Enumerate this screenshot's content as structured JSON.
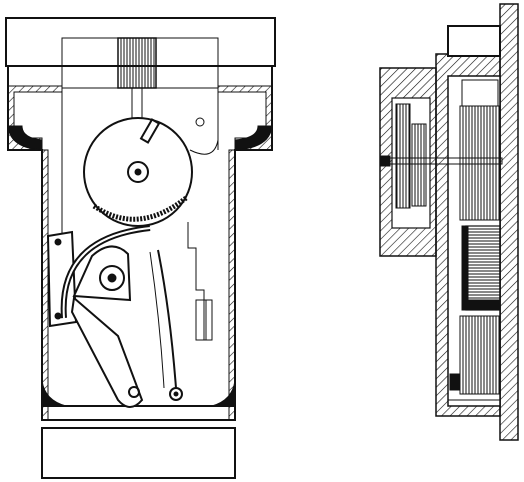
{
  "figure": {
    "views": [
      {
        "name": "front-elevation",
        "parts": [
          "top-cap",
          "upper-body",
          "lower-body",
          "base-block",
          "wheel",
          "wheel-hub",
          "wheel-pin",
          "ratchet-teeth",
          "arch-spring",
          "pawl-cam",
          "pawl-arm",
          "coil-spring",
          "upper-slot",
          "side-bracket"
        ]
      },
      {
        "name": "side-section",
        "parts": [
          "back-plate",
          "outer-case",
          "left-housing",
          "inner-chamber",
          "spindle",
          "drum",
          "lower-stack"
        ]
      }
    ],
    "colors": {
      "ink": "#111111",
      "paper": "#ffffff"
    }
  }
}
